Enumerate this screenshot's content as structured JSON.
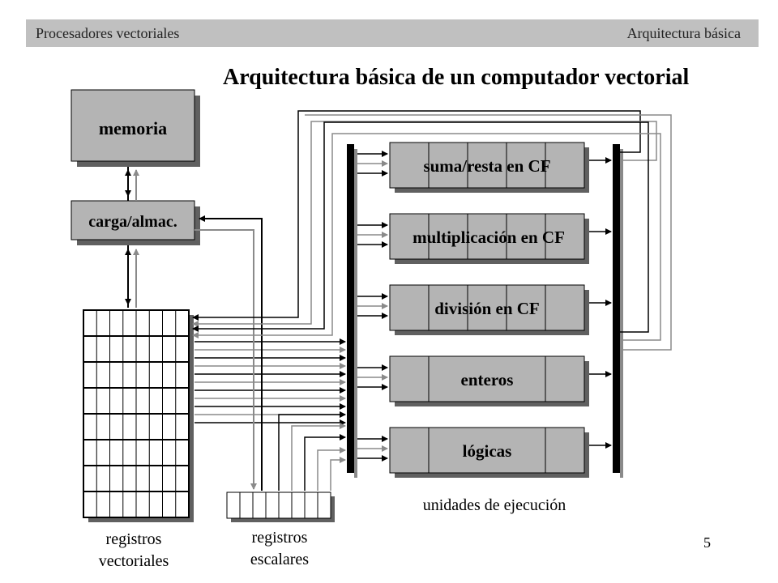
{
  "header": {
    "left": "Procesadores vectoriales",
    "right": "Arquitectura básica"
  },
  "title": "Arquitectura básica de un computador vectorial",
  "memory": {
    "label": "memoria"
  },
  "loadstore": {
    "label": "carga/almac."
  },
  "units": [
    {
      "label": "suma/resta en CF",
      "segments": 5
    },
    {
      "label": "multiplicación en CF",
      "segments": 5
    },
    {
      "label": "división en CF",
      "segments": 5
    },
    {
      "label": "enteros",
      "segments": 3
    },
    {
      "label": "lógicas",
      "segments": 3
    }
  ],
  "captions": {
    "exec_units": "unidades de ejecución",
    "vector_regs_1": "registros",
    "vector_regs_2": "vectoriales",
    "scalar_regs_1": "registros",
    "scalar_regs_2": "escalares"
  },
  "page_number": "5",
  "colors": {
    "box_fill": "#b4b4b4",
    "shadow": "#606060",
    "gray_line": "#8a8a8a",
    "header_bg": "#c0c0c0"
  }
}
